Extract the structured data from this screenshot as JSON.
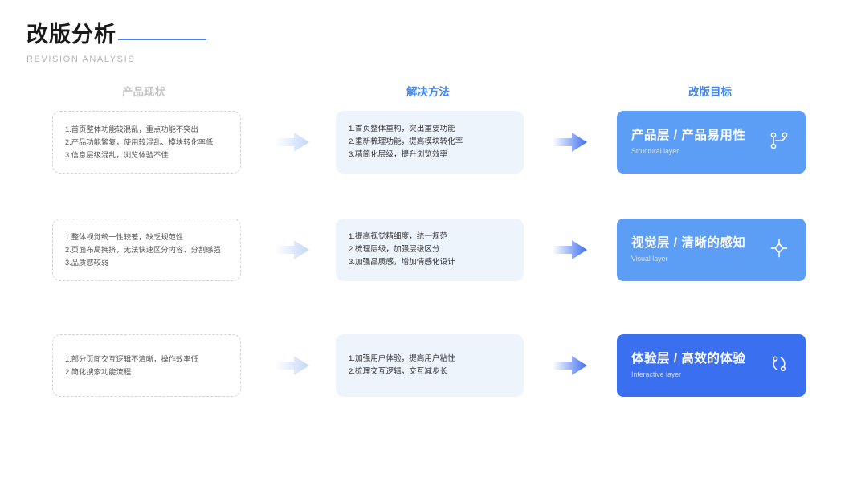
{
  "header": {
    "title": "改版分析",
    "subtitle": "REVISION ANALYSIS",
    "rule_color": "#4285f4"
  },
  "columns": {
    "current": "产品现状",
    "solution": "解决方法",
    "goal": "改版目标",
    "current_color": "#c4c4c4",
    "solution_color": "#4285f4",
    "goal_color": "#4285f4"
  },
  "rows": [
    {
      "current": [
        "1.首页整体功能较混乱，重点功能不突出",
        "2.产品功能繁复，使用较混乱、模块转化率低",
        "3.信息层级混乱，浏览体验不佳"
      ],
      "solution": [
        "1.首页整体重构，突出重要功能",
        "2.重新梳理功能，提高模块转化率",
        "3.精简化层级，提升浏览效率"
      ],
      "goal": {
        "title": "产品层 / 产品易用性",
        "subtitle": "Structural layer",
        "icon": "git-branch-icon",
        "bg": "#5c9df5"
      }
    },
    {
      "current": [
        "1.整体视觉统一性较差，缺乏规范性",
        "2.页面布局拥挤，无法快速区分内容、分割感强",
        "3.品质感较弱"
      ],
      "solution": [
        "1.提高视觉精细度，统一规范",
        "2.梳理层级，加强层级区分",
        "3.加强品质感，增加情感化设计"
      ],
      "goal": {
        "title": "视觉层 / 清晰的感知",
        "subtitle": "Visual layer",
        "icon": "focus-crosshair-icon",
        "bg": "#5c9df5"
      }
    },
    {
      "current": [
        "1.部分页面交互逻辑不清晰，操作效率低",
        "2.简化搜索功能流程"
      ],
      "solution": [
        "1.加强用户体验，提高用户粘性",
        "2.梳理交互逻辑，交互减步长"
      ],
      "goal": {
        "title": "体验层 / 高效的体验",
        "subtitle": "Interactive layer",
        "icon": "sync-circle-icon",
        "bg": "#3a70f0"
      }
    }
  ],
  "arrows": {
    "first_color_start": "#ffffff",
    "first_color_end": "#c3d7f8",
    "second_color_start": "#ffffff",
    "second_color_end": "#3f6ff0"
  }
}
